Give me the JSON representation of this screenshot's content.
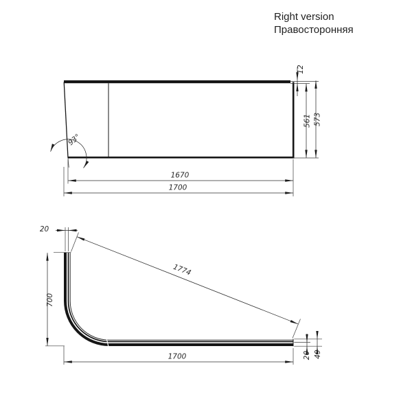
{
  "title": {
    "en": "Right version",
    "ru": "Правосторонняя"
  },
  "front_view": {
    "description": "front elevation of right-sided bath panel",
    "dim_rim_height": "12",
    "dim_height_inner": "561",
    "dim_height_total": "573",
    "dim_length_bottom": "1670",
    "dim_length_total": "1700",
    "corner_angle": "93°"
  },
  "plan_view": {
    "description": "plan view of curved panel",
    "dim_top_thickness": "20",
    "dim_side_depth": "700",
    "dim_diagonal": "1774",
    "dim_length": "1700",
    "dim_end_thickness": "20",
    "dim_end_total": "49"
  },
  "colors": {
    "background": "#ffffff",
    "line": "#1c1c1c",
    "dim_text": "#262626",
    "title_text": "#1f1f1f"
  }
}
